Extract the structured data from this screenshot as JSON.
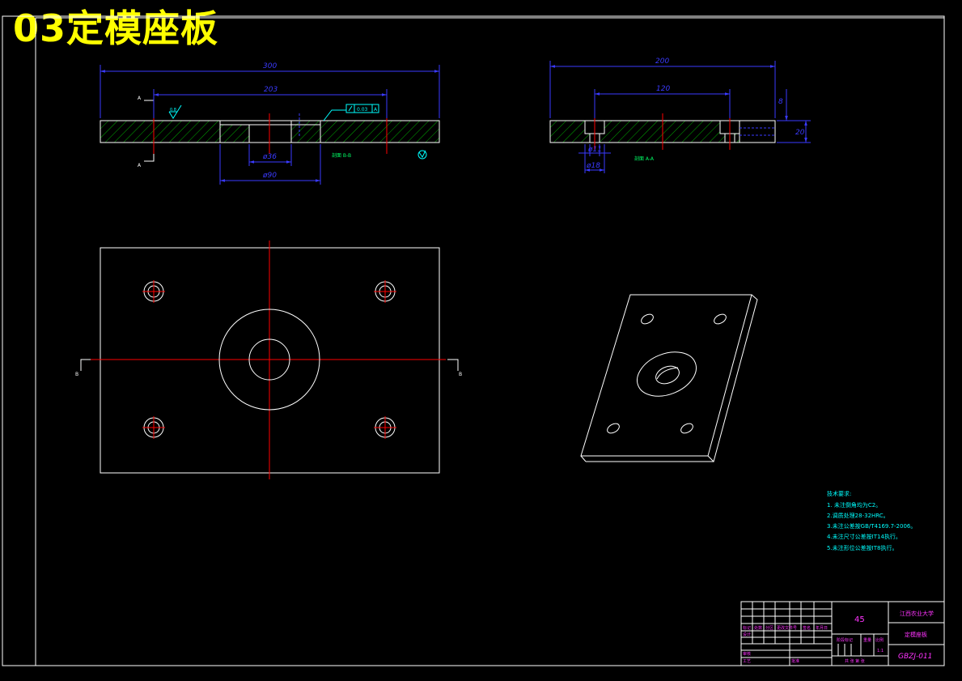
{
  "title": "03定模座板",
  "top_view": {
    "dim_overall": "300",
    "dim_holes": "203",
    "dim_inner": "ø36",
    "dim_outer": "ø90",
    "tolerance_value": "0.03",
    "tolerance_datum": "A",
    "section_marker": "A",
    "section_label": "剖面  B-B",
    "surface_finish": "0.8"
  },
  "side_view": {
    "dim_overall": "200",
    "dim_holes": "120",
    "dim_height": "20",
    "dim_step": "8",
    "dim_hole_small": "ø11",
    "dim_hole_large": "ø18",
    "section_label": "剖面  A-A"
  },
  "plan_view": {
    "section_marker": "B"
  },
  "tech_requirements": {
    "heading": "技术要求:",
    "items": [
      "1. 未注倒角均为C2。",
      "2.调质处理28-32HRC。",
      "3.未注公差按GB/T4169.7-2006。",
      "4.未注尺寸公差按IT14执行。",
      "5.未注形位公差按IT8执行。"
    ]
  },
  "title_block": {
    "material": "45",
    "school": "江西农业大学",
    "part_name": "定模座板",
    "drawing_no": "GBZJ-011",
    "scale": "1:1",
    "col_headers": [
      "标记",
      "处数",
      "分区",
      "更改文件号",
      "签名",
      "年月日"
    ],
    "row_labels": [
      "设计",
      "审核",
      "工艺"
    ],
    "stage_label": "阶段标记",
    "weight_label": "重量",
    "scale_label": "比例",
    "approve_label": "批准",
    "sheet_label": "共 张 第 张"
  },
  "colors": {
    "outline": "#ffffff",
    "centerline": "#ff0000",
    "hatch": "#00aa00",
    "dimension": "#3a3aff",
    "title": "#ffff00",
    "annotation": "#00ffff",
    "title_block_text": "#ff33ff"
  }
}
